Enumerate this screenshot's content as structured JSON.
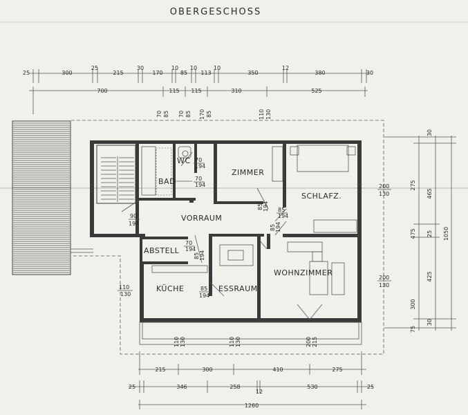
{
  "title": "OBERGESCHOSS",
  "rooms": {
    "wc": "WC",
    "bad": "BAD",
    "zimmer": "ZIMMER",
    "schlafz": "SCHLAFZ.",
    "vorraum": "VORRAUM",
    "abstell": "ABSTELL",
    "kueche": "KÜCHE",
    "essraum": "ESSRAUM",
    "wohnzimmer": "WOHNZIMMER"
  },
  "dims_top_row1": [
    "25",
    "300",
    "25",
    "215",
    "30",
    "170",
    "10",
    "85",
    "10",
    "113",
    "10",
    "350",
    "12",
    "380",
    "30"
  ],
  "dims_top_row2": [
    "700",
    "115",
    "115",
    "310",
    "525"
  ],
  "dims_top_vertical": [
    {
      "a": "70",
      "b": "85"
    },
    {
      "a": "70",
      "b": "85"
    },
    {
      "a": "170",
      "b": "85"
    },
    {
      "a": "110",
      "b": "130"
    }
  ],
  "door_labels": [
    {
      "a": "70",
      "b": "194"
    },
    {
      "a": "70",
      "b": "194"
    },
    {
      "a": "85",
      "b": "194"
    },
    {
      "a": "85",
      "b": "194"
    },
    {
      "a": "85",
      "b": "194"
    },
    {
      "a": "90",
      "b": "194"
    },
    {
      "a": "70",
      "b": "194"
    },
    {
      "a": "85",
      "b": "194"
    },
    {
      "a": "85",
      "b": "194"
    }
  ],
  "window_labels_side": [
    {
      "a": "200",
      "b": "130"
    },
    {
      "a": "200",
      "b": "130"
    },
    {
      "a": "110",
      "b": "130"
    }
  ],
  "window_labels_bottom": [
    {
      "a": "110",
      "b": "130"
    },
    {
      "a": "110",
      "b": "130"
    },
    {
      "a": "200",
      "b": "215"
    }
  ],
  "dims_right_inner": [
    "275",
    "475",
    "425",
    "300",
    "75"
  ],
  "dims_right_outer": [
    "30",
    "465",
    "25",
    "30",
    "1050"
  ],
  "dims_bottom_row1": [
    "215",
    "300",
    "410",
    "275"
  ],
  "dims_bottom_row2": [
    "25",
    "346",
    "258",
    "12",
    "530",
    "25"
  ],
  "dims_bottom_row3": [
    "1260"
  ]
}
